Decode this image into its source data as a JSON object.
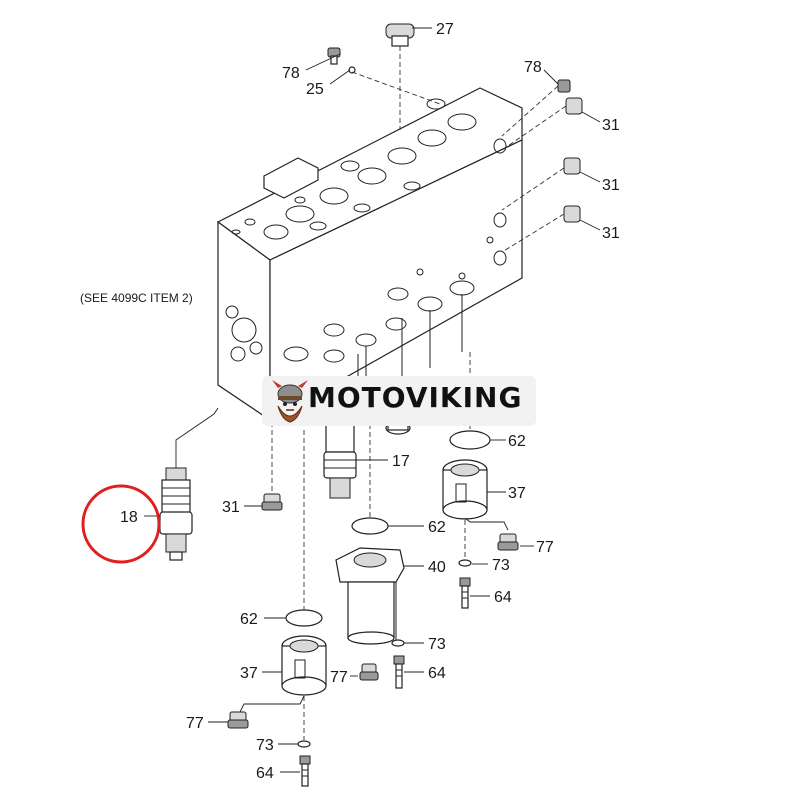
{
  "diagram": {
    "reference_note": "(SEE 4099C ITEM 2)",
    "highlight_color": "#e02020",
    "highlighted_callout": "18",
    "callouts": {
      "c27": "27",
      "c78a": "78",
      "c25": "25",
      "c78b": "78",
      "c31a": "31",
      "c31b": "31",
      "c31c": "31",
      "c31d": "31",
      "c62a": "62",
      "c17": "17",
      "c37a": "37",
      "c18": "18",
      "c62b": "62",
      "c77a": "77",
      "c40": "40",
      "c73a": "73",
      "c64a": "64",
      "c62c": "62",
      "c73b": "73",
      "c37b": "37",
      "c77b": "77",
      "c64b": "64",
      "c77c": "77",
      "c73c": "73",
      "c64c": "64"
    }
  },
  "brand": {
    "name": "MOTOVIKING",
    "logo_icon": "viking-helmet-icon"
  }
}
